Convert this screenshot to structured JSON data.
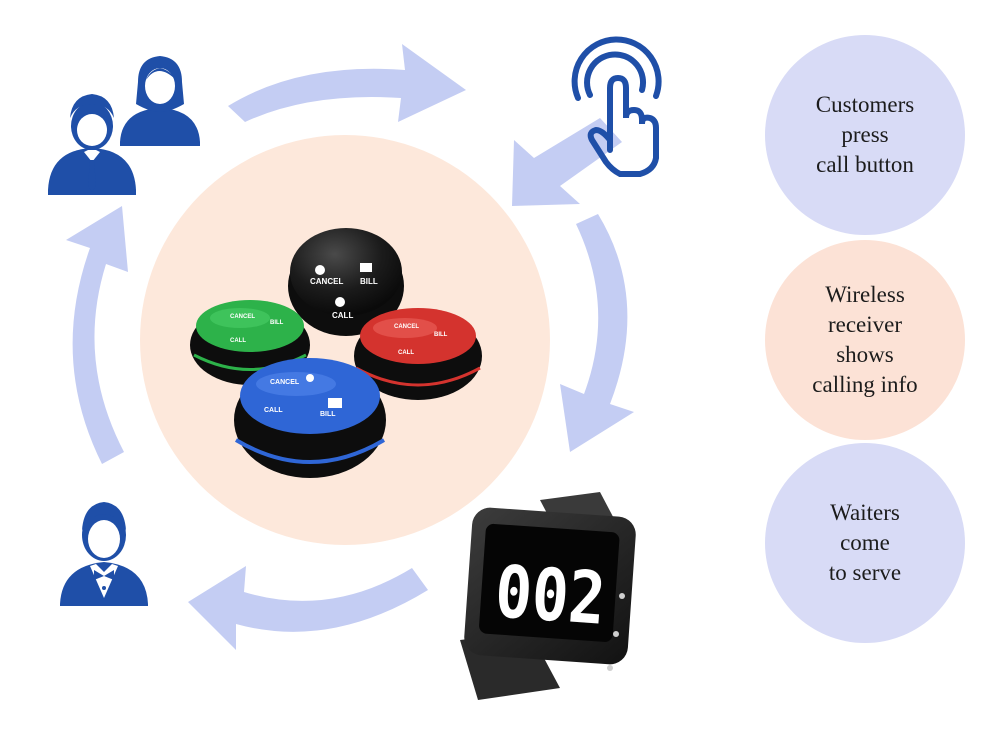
{
  "steps": [
    {
      "lines": [
        "Customers",
        "press",
        "call button"
      ],
      "color": "#d8dbf6"
    },
    {
      "lines": [
        "Wireless",
        "receiver",
        "shows",
        "calling info"
      ],
      "color": "#fce2d6"
    },
    {
      "lines": [
        "Waiters",
        "come",
        "to serve"
      ],
      "color": "#d8dbf6"
    }
  ],
  "buttons": {
    "cancel": "CANCEL",
    "bill": "BILL",
    "call": "CALL"
  },
  "watch": {
    "display": "002"
  },
  "colors": {
    "arrow": "#c4cdf3",
    "icon": "#1f4fa8",
    "center_circle": "#fde8db",
    "button_green": "#2db24a",
    "button_red": "#d4332e",
    "button_blue": "#2f66d6"
  },
  "icons": [
    "customers-icon",
    "touch-press-icon",
    "waiter-icon"
  ]
}
